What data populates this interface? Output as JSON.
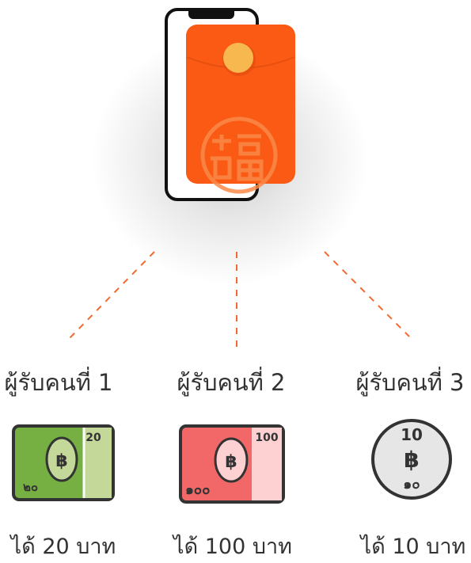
{
  "recipients": [
    {
      "title": "ผู้รับคนที่ 1",
      "amount_label": "ได้ 20 บาท",
      "money": {
        "kind": "banknote",
        "arabic_value": "20",
        "thai_value": "๒๐",
        "symbol": "฿",
        "color": "#76b043",
        "light_color": "#c4d89a"
      }
    },
    {
      "title": "ผู้รับคนที่ 2",
      "amount_label": "ได้ 100 บาท",
      "money": {
        "kind": "banknote",
        "arabic_value": "100",
        "thai_value": "๑๐๐",
        "symbol": "฿",
        "color": "#f26868",
        "light_color": "#fdd1d1"
      }
    },
    {
      "title": "ผู้รับคนที่ 3",
      "amount_label": "ได้ 10 บาท",
      "money": {
        "kind": "coin",
        "arabic_value": "10",
        "thai_value": "๑๐",
        "symbol": "฿",
        "color": "#e6e6e6"
      }
    }
  ],
  "envelope": {
    "color": "#fa5a14",
    "seal_color": "#f7b850",
    "symbol": "福"
  },
  "colors": {
    "outline": "#333333",
    "dash": "#f26a30",
    "text": "#333333"
  }
}
